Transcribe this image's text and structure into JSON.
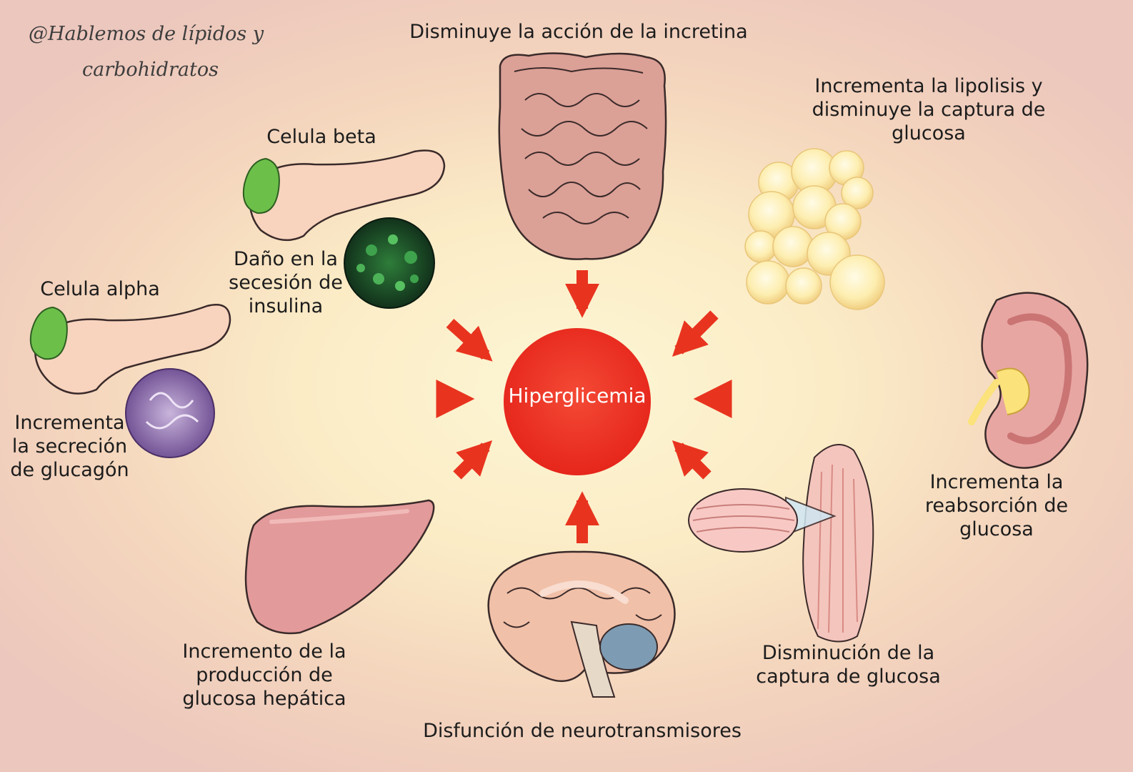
{
  "credit": {
    "line1": "@Hablemos de lípidos y",
    "line2": "carbohidratos"
  },
  "center": {
    "label": "Hiperglicemia"
  },
  "labels": {
    "intestine": "Disminuye la acción de la incretina",
    "adipose": [
      "Incrementa la lipolisis y",
      "disminuye la captura de",
      "glucosa"
    ],
    "beta_cell": "Celula beta",
    "beta_effect": [
      "Daño en la",
      "secesión de",
      "insulina"
    ],
    "alpha_cell": "Celula alpha",
    "alpha_effect": [
      "Incrementa",
      "la secreción",
      "de glucagón"
    ],
    "kidney": [
      "Incrementa la",
      "reabsorción de",
      "glucosa"
    ],
    "liver": [
      "Incremento de la",
      "producción de",
      "glucosa hepática"
    ],
    "muscle": [
      "Disminución de la",
      "captura de glucosa"
    ],
    "brain": "Disfunción de neurotransmisores"
  },
  "colors": {
    "center_circle": "#ee3124",
    "arrow": "#e8341f",
    "beta_green": "#6cc04a",
    "organ_pink": "#e59a96",
    "adipose_yellow": "#fbe7a0",
    "brain_blue": "#7d9cb3"
  },
  "icons": [
    "intestine-icon",
    "pancreas-icon",
    "beta-islet-icon",
    "alpha-islet-icon",
    "adipose-icon",
    "kidney-icon",
    "liver-icon",
    "muscle-icon",
    "brain-icon"
  ]
}
